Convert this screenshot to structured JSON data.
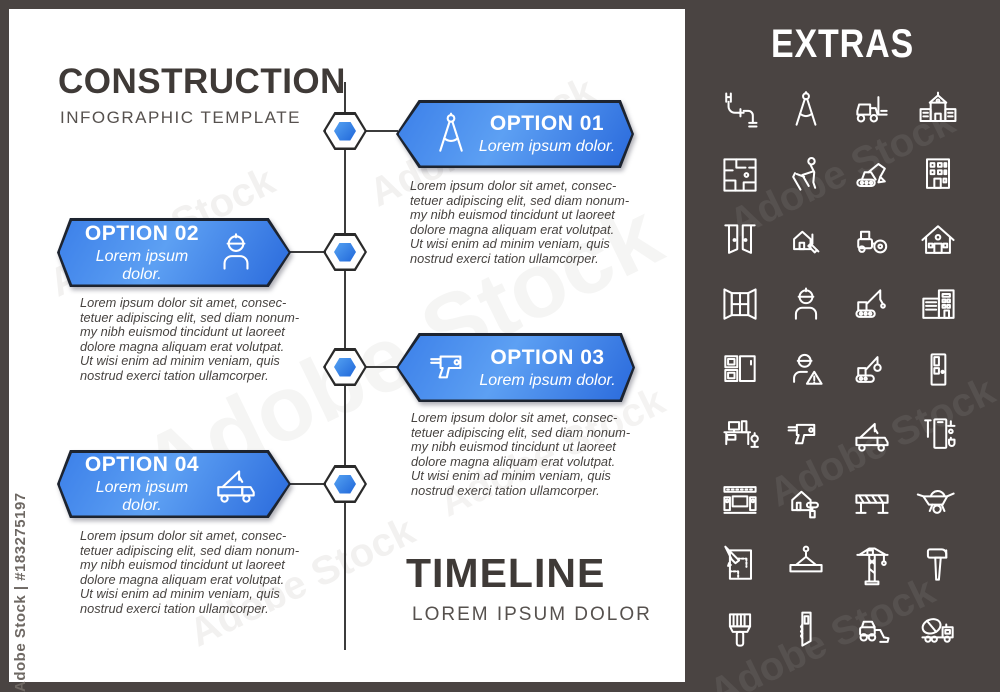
{
  "watermark": {
    "vertical_id": "Adobe Stock | #183275197",
    "tile_text": "Adobe Stock"
  },
  "header": {
    "title": "CONSTRUCTION",
    "subtitle": "INFOGRAPHIC TEMPLATE"
  },
  "footer": {
    "title": "TIMELINE",
    "subtitle": "LOREM IPSUM DOLOR"
  },
  "texts": {
    "lorem": "Lorem ipsum dolor sit amet, consec-\ntetuer adipiscing elit, sed diam nonum-\nmy nibh euismod tincidunt ut laoreet\ndolore magna aliquam erat volutpat.\nUt wisi enim ad minim veniam, quis\nnostrud exerci tation ullamcorper."
  },
  "options": [
    {
      "title": "OPTION 01",
      "subtitle": "Lorem ipsum dolor.",
      "icon": "drafting-compass",
      "points": "left"
    },
    {
      "title": "OPTION 02",
      "subtitle": "Lorem ipsum dolor.",
      "icon": "construction-worker",
      "points": "right"
    },
    {
      "title": "OPTION 03",
      "subtitle": "Lorem ipsum dolor.",
      "icon": "power-drill",
      "points": "left"
    },
    {
      "title": "OPTION 04",
      "subtitle": "Lorem ipsum dolor.",
      "icon": "crane-truck",
      "points": "right"
    }
  ],
  "extras": {
    "title": "EXTRAS",
    "icons": [
      "pipes",
      "drafting-compass",
      "forklift",
      "school-building",
      "floor-plan",
      "jackhammer-worker",
      "excavator",
      "apartment-building",
      "double-doors",
      "house-sketch",
      "road-roller",
      "house",
      "open-window",
      "construction-worker",
      "crawler-crane",
      "office-buildings",
      "kitchen-cabinets",
      "worker-warning",
      "wrecking-ball-crane",
      "door",
      "computer-desk",
      "power-drill",
      "crane-truck",
      "bathroom",
      "tv-unit",
      "house-painting",
      "road-barrier",
      "wheelbarrow",
      "blueprint-pencil",
      "lifting-hook",
      "tower-crane",
      "hammer",
      "paint-brush",
      "hand-saw",
      "loader",
      "concrete-mixer"
    ]
  },
  "colors": {
    "accent_blue": "#3b7de4",
    "panel_dark": "#4a4442",
    "line_dark": "#3c3c3c"
  }
}
